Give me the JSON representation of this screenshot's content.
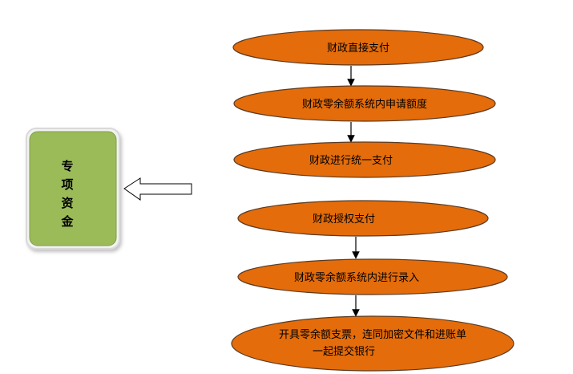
{
  "colors": {
    "ellipse_fill": "#E46C0A",
    "ellipse_stroke": "#5A3A22",
    "side_box_fill": "#9BBB59",
    "side_box_stroke": "#D9D9D9",
    "arrow_color": "#000000"
  },
  "side_box": {
    "label_lines": [
      "专",
      "项",
      "资",
      "金"
    ]
  },
  "flow_top": {
    "steps": [
      "财政直接支付",
      "财政零余额系统内申请额度",
      "财政进行统一支付"
    ]
  },
  "flow_bottom": {
    "steps": [
      "财政授权支付",
      "财政零余额系统内进行录入"
    ],
    "final_step": {
      "lines": [
        "开具零余额支票，连同加密文件和进账单",
        "一起提交银行"
      ]
    }
  }
}
